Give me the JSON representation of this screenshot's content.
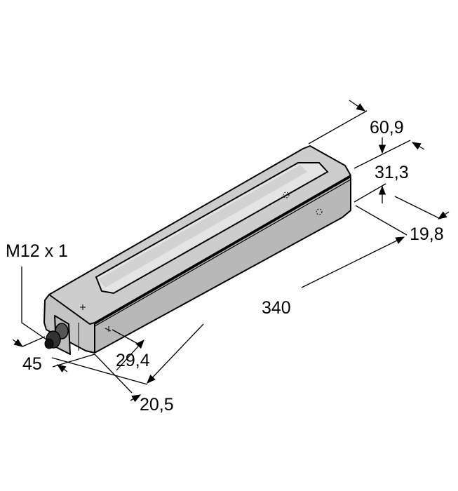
{
  "labels": {
    "thread": "M12 x 1",
    "length": "340",
    "depth_total": "60,9",
    "height_top": "31,3",
    "height_body": "19,8",
    "connector_offset": "45",
    "front_width": "29,4",
    "front_depth": "20,5"
  },
  "colors": {
    "housing": "#c8c8c8",
    "housing_side": "#b4b4b4",
    "window": "#e6e6e6",
    "line": "#000000"
  }
}
